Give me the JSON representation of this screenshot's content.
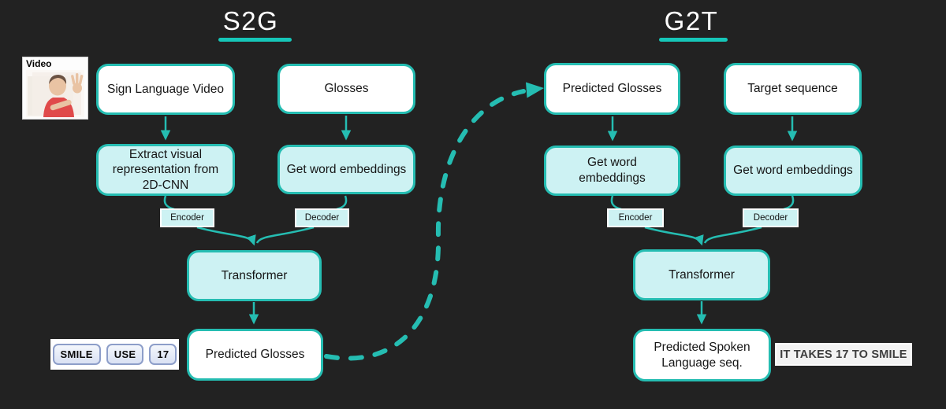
{
  "titles": {
    "left": "S2G",
    "right": "G2T"
  },
  "video": {
    "label": "Video"
  },
  "s2g": {
    "input_video": "Sign Language Video",
    "input_glosses": "Glosses",
    "encoder_step": "Extract visual representation from 2D-CNN",
    "decoder_step": "Get word embeddings",
    "encoder_tag": "Encoder",
    "decoder_tag": "Decoder",
    "transformer": "Transformer",
    "output": "Predicted Glosses"
  },
  "g2t": {
    "input_glosses": "Predicted Glosses",
    "input_target": "Target sequence",
    "encoder_step": "Get word embeddings",
    "decoder_step": "Get word embeddings",
    "encoder_tag": "Encoder",
    "decoder_tag": "Decoder",
    "transformer": "Transformer",
    "output": "Predicted Spoken Language seq."
  },
  "tokens": [
    "SMILE",
    "USE",
    "17"
  ],
  "result_text": "IT TAKES 17 TO SMILE",
  "colors": {
    "bg": "#222222",
    "accent": "#25bdb2",
    "accent-bright": "#16c7b9",
    "cyan-fill": "#cdf2f3",
    "node-fill": "#ffffff",
    "node-text": "#161616",
    "token-border": "#8d9ec9",
    "result-bg": "#f2f2f2",
    "result-text": "#3e3e3e"
  }
}
